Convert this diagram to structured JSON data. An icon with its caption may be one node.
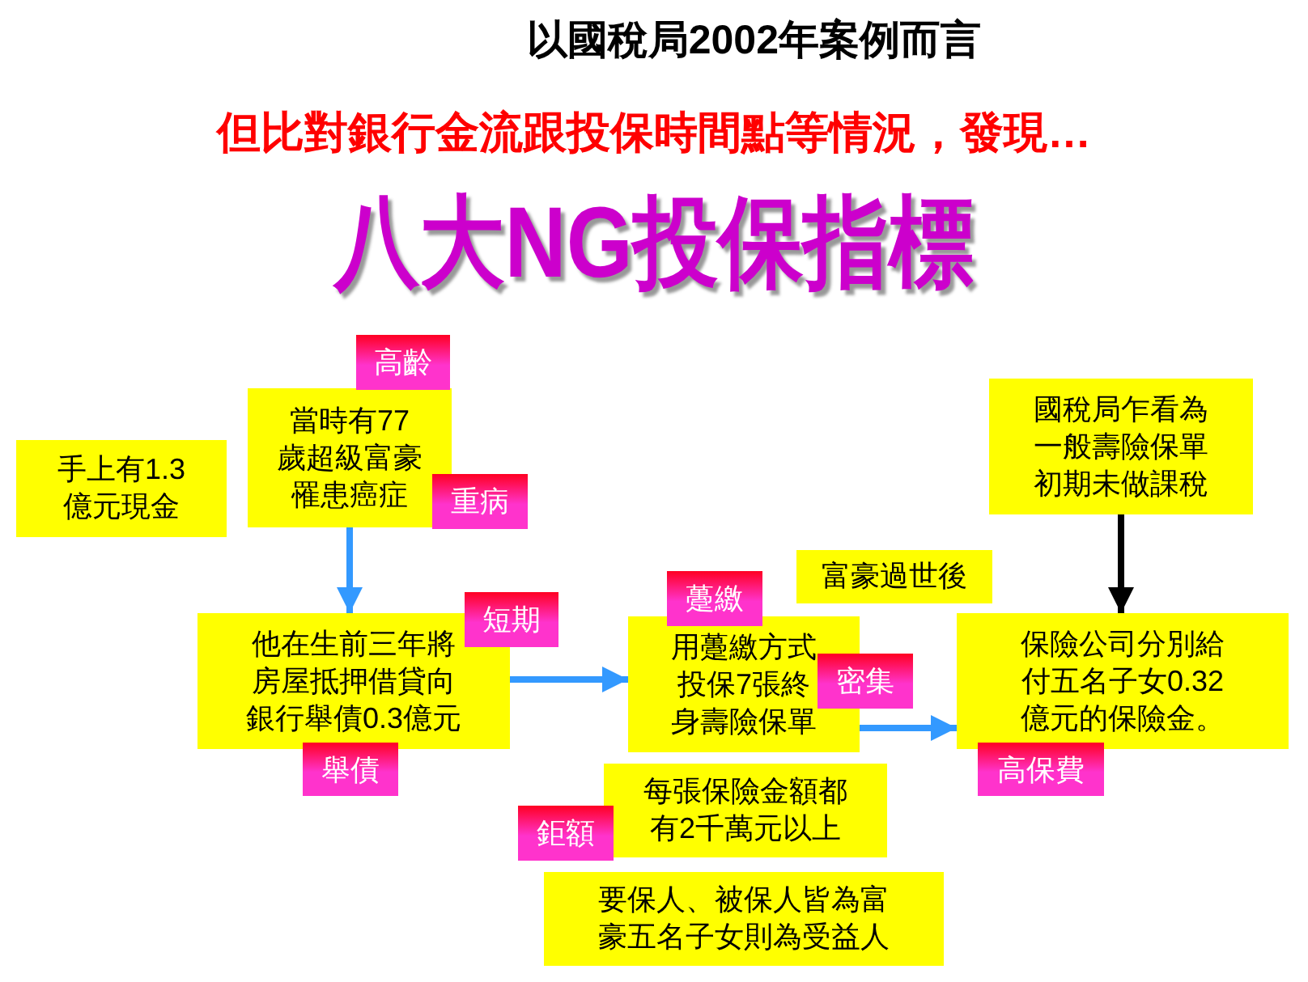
{
  "diagram": {
    "title": "八大NG投保指標",
    "nodes": [
      {
        "text": [
          "手上有1.3億元現金"
        ]
      },
      {
        "text": [
          "當時有77歲超級富豪罹患癌症"
        ]
      },
      {
        "text": [
          "高齡"
        ]
      },
      {
        "text": [
          "重病"
        ]
      },
      {
        "text": [
          "他在生前三年將房屋抵押借貸向銀行舉債0.3億元"
        ]
      },
      {
        "text": [
          "短期"
        ]
      },
      {
        "text": [
          "舉債"
        ]
      },
      {
        "text": [
          "用躉繳方式投保7張終身壽險保單"
        ]
      },
      {
        "text": [
          "躉繳"
        ]
      },
      {
        "text": [
          "密集"
        ]
      },
      {
        "text": [
          "富豪過世後"
        ]
      },
      {
        "text": [
          "國稅局乍看為一般壽險保單初期未做課稅"
        ]
      },
      {
        "text": [
          "保險公司分別給付五名子女0.32億元的保險金。"
        ]
      },
      {
        "text": [
          "高保費"
        ]
      },
      {
        "text": [
          "每張保險金額都有2千萬元以上"
        ]
      },
      {
        "text": [
          "鉅額"
        ]
      },
      {
        "text": [
          "要保人、被保人皆為富豪五名子女則為受益人"
        ]
      }
    ],
    "edges": [
      {
        "from": 1,
        "to": 4,
        "arrow": "to"
      },
      {
        "from": 4,
        "to": 7,
        "arrow": "to"
      },
      {
        "from": 7,
        "to": 12,
        "arrow": "to"
      },
      {
        "from": 11,
        "to": 12,
        "arrow": "to",
        "color": "#000000"
      }
    ],
    "labels": [
      "以國稅局2002年案例而言",
      "但比對銀行金流跟投保時間點等情況，發現…"
    ]
  }
}
